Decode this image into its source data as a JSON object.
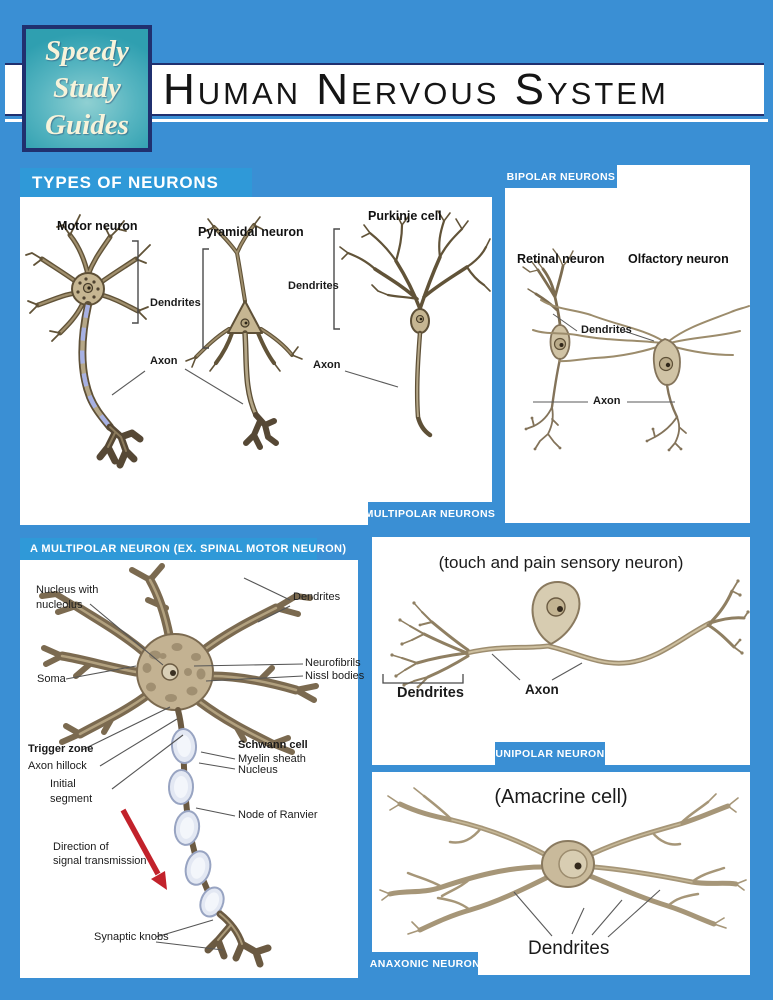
{
  "header": {
    "logo_lines": [
      "Speedy",
      "Study",
      "Guides"
    ],
    "title": "Human Nervous System"
  },
  "types_section": {
    "heading": "TYPES OF NEURONS",
    "corner_tab": "MULTIPOLAR NEURONS",
    "motor_label": "Motor neuron",
    "pyramidal_label": "Pyramidal neuron",
    "purkinje_label": "Purkinje cell",
    "dendrites_left": "Dendrites",
    "dendrites_right": "Dendrites",
    "axon_left": "Axon",
    "axon_right": "Axon"
  },
  "bipolar_section": {
    "corner_tab": "BIPOLAR NEURONS",
    "retinal_label": "Retinal neuron",
    "olfactory_label": "Olfactory neuron",
    "dendrites": "Dendrites",
    "axon": "Axon"
  },
  "multipolar_section": {
    "heading": "A MULTIPOLAR NEURON (EX. SPINAL MOTOR NEURON)",
    "nucleus_line1": "Nucleus with",
    "nucleus_line2": "nucleolus",
    "dendrites": "Dendrites",
    "soma": "Soma",
    "neurofibrils": "Neurofibrils",
    "nissl_bodies": "Nissl bodies",
    "trigger_zone": "Trigger zone",
    "axon_hillock": "Axon hillock",
    "initial_line1": "Initial",
    "initial_line2": "segment",
    "schwann_cell": "Schwann cell",
    "myelin_sheath": "Myelin sheath",
    "nucleus": "Nucleus",
    "node_of_ranvier": "Node of Ranvier",
    "direction_line1": "Direction of",
    "direction_line2": "signal transmission",
    "synaptic_knobs": "Synaptic knobs"
  },
  "unipolar_section": {
    "corner_tab": "UNIPOLAR NEURON",
    "title": "(touch and pain sensory neuron)",
    "dendrites": "Dendrites",
    "axon": "Axon"
  },
  "anaxonic_section": {
    "corner_tab": "ANAXONIC NEURON",
    "title": "(Amacrine cell)",
    "dendrites": "Dendrites"
  },
  "colors": {
    "page_background": "#3a8fd4",
    "section_header_blue": "#2f99d8",
    "logo_teal": "#4fb1bd",
    "logo_border_navy": "#20306f",
    "neuron_dark_brown": "#5e5037",
    "neuron_tan": "#c6b692",
    "myelin_periwinkle": "#a7b1e3",
    "myelin_pale_blue": "#e3e8f3",
    "arrow_red": "#c2222b"
  }
}
